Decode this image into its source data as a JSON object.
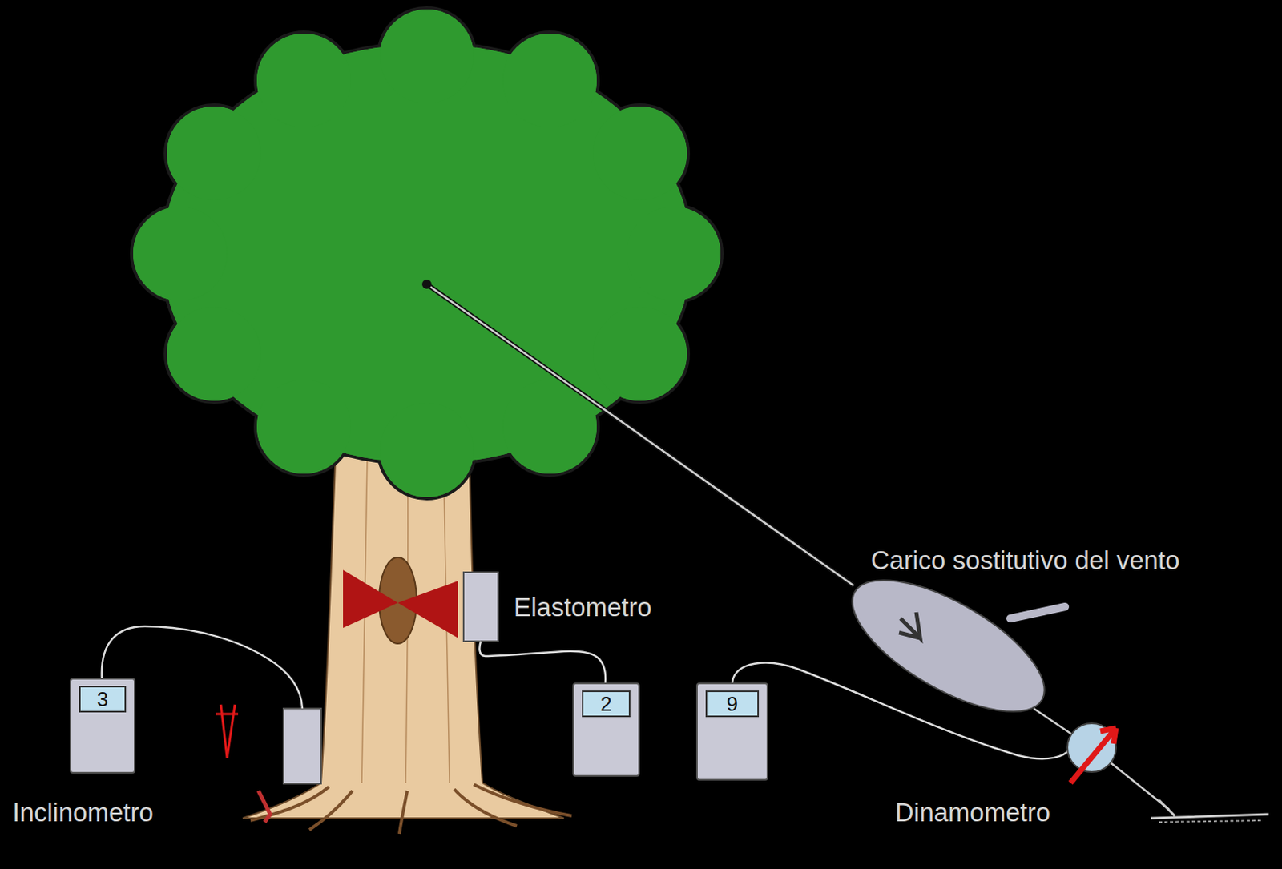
{
  "diagram": {
    "nodes": [
      {
        "text": [
          "3"
        ]
      },
      {
        "text": [
          "2"
        ]
      },
      {
        "text": [
          "9"
        ]
      }
    ],
    "labels": [
      "Inclinometro",
      "Elastometro",
      "Carico sostitutivo del vento",
      "Dinamometro"
    ]
  }
}
